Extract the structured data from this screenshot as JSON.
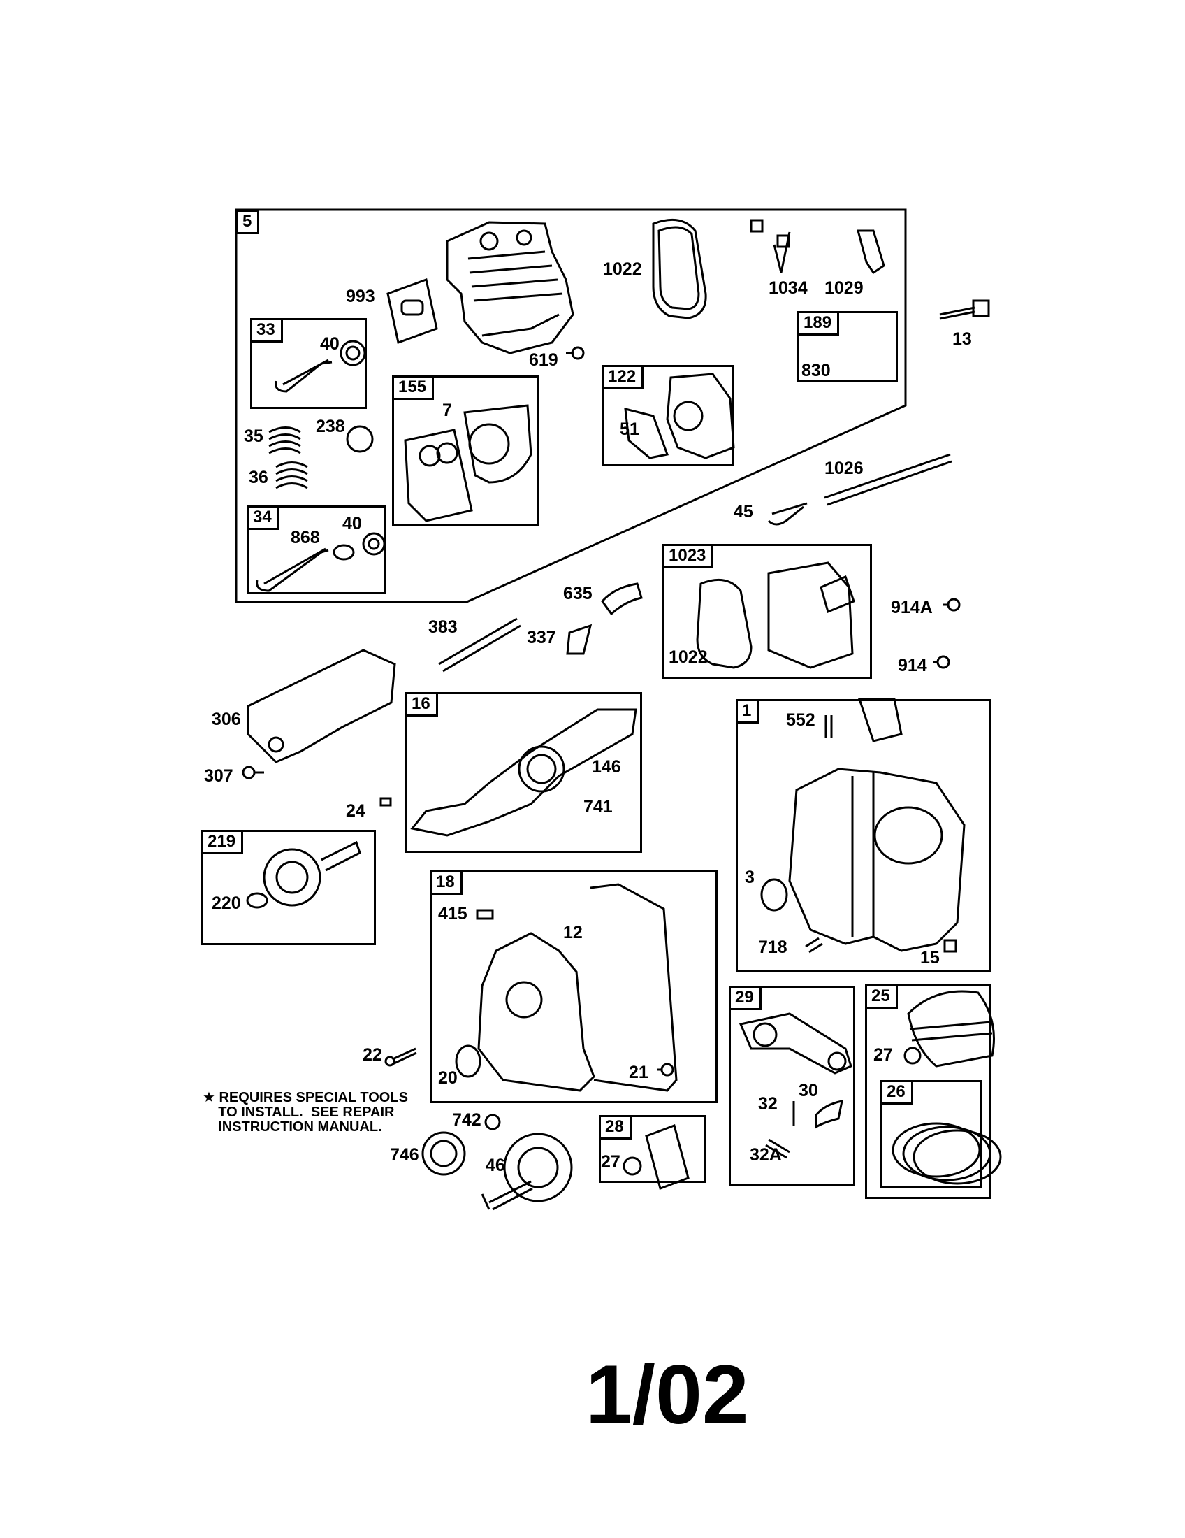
{
  "assemblies": [
    {
      "key": "a5",
      "tag": "5"
    },
    {
      "key": "a33",
      "tag": "33"
    },
    {
      "key": "a34",
      "tag": "34"
    },
    {
      "key": "a155",
      "tag": "155"
    },
    {
      "key": "a122",
      "tag": "122"
    },
    {
      "key": "a189",
      "tag": "189"
    },
    {
      "key": "a1023",
      "tag": "1023"
    },
    {
      "key": "a16",
      "tag": "16"
    },
    {
      "key": "a1",
      "tag": "1"
    },
    {
      "key": "a219",
      "tag": "219"
    },
    {
      "key": "a18",
      "tag": "18"
    },
    {
      "key": "a29",
      "tag": "29"
    },
    {
      "key": "a25",
      "tag": "25"
    },
    {
      "key": "a26",
      "tag": "26"
    },
    {
      "key": "a28",
      "tag": "28"
    }
  ],
  "part_labels": [
    "993",
    "1022",
    "1034",
    "1029",
    "13",
    "619",
    "830",
    "40",
    "238",
    "35",
    "36",
    "868",
    "40",
    "7",
    "51",
    "1026",
    "45",
    "635",
    "1022",
    "914A",
    "914",
    "383",
    "337",
    "306",
    "307",
    "24",
    "146",
    "741",
    "552",
    "3",
    "718",
    "15",
    "220",
    "415",
    "12",
    "22",
    "20",
    "21",
    "27",
    "32",
    "30",
    "32A",
    "742",
    "746",
    "46",
    "27"
  ],
  "note": "★ REQUIRES SPECIAL TOOLS\n    TO INSTALL.  SEE REPAIR\n    INSTRUCTION MANUAL.",
  "footer": "1/02"
}
